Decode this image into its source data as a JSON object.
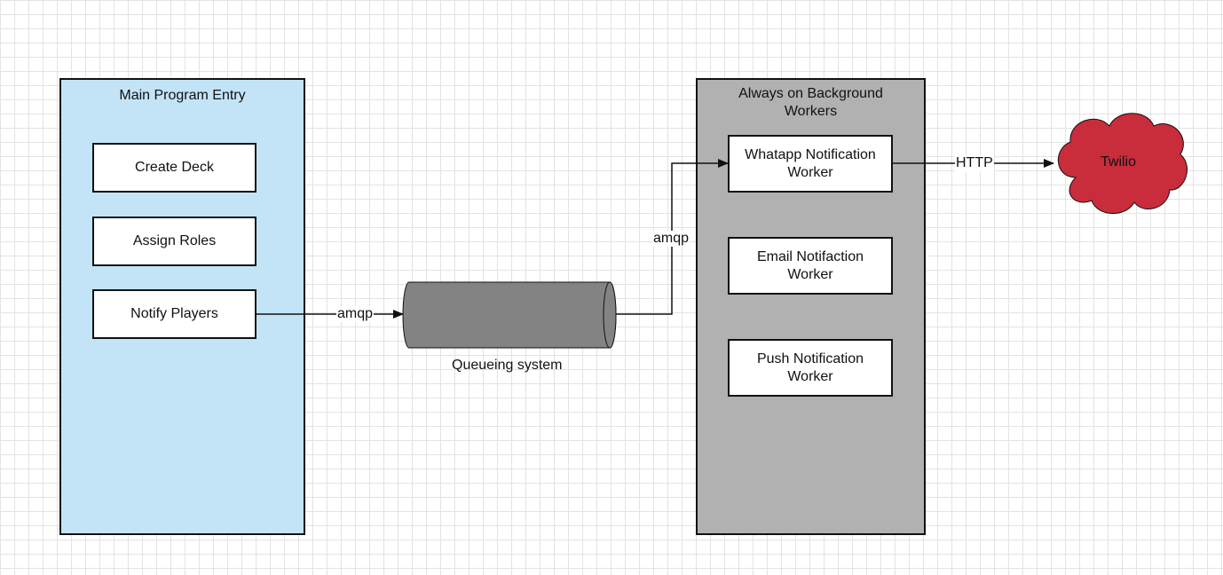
{
  "colors": {
    "main_container_fill": "#c2e4f6",
    "workers_container_fill": "#b1b1b1",
    "queue_fill": "#838383",
    "cloud_fill": "#c92c3b",
    "stroke": "#111111"
  },
  "main_program": {
    "title": "Main Program Entry",
    "nodes": [
      "Create Deck",
      "Assign Roles",
      "Notify Players"
    ]
  },
  "queue": {
    "label": "Queueing system",
    "icon": "cylinder-icon"
  },
  "workers": {
    "title": "Always on Background Workers",
    "nodes": [
      "Whatapp Notification Worker",
      "Email Notifaction Worker",
      "Push Notification Worker"
    ]
  },
  "external": {
    "label": "Twilio",
    "icon": "cloud-icon"
  },
  "edges": [
    {
      "from": "Notify Players",
      "to": "Queueing system",
      "label": "amqp"
    },
    {
      "from": "Queueing system",
      "to": "Whatapp Notification Worker",
      "label": "amqp"
    },
    {
      "from": "Whatapp Notification Worker",
      "to": "Twilio",
      "label": "HTTP"
    }
  ]
}
